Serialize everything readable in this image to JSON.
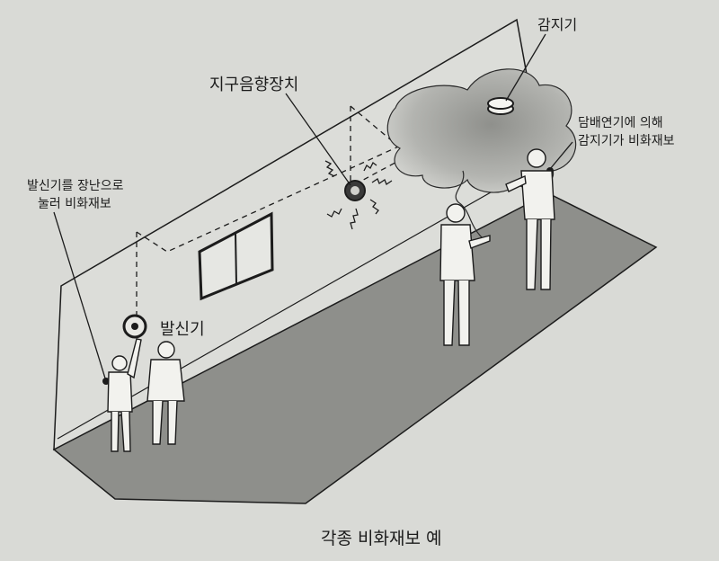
{
  "diagram": {
    "labels": {
      "detector": "감지기",
      "bell": "지구음향장치",
      "prank_line1": "발신기를 장난으로",
      "prank_line2": "눌러 비화재보",
      "smoke_line1": "담배연기에 의해",
      "smoke_line2": "감지기가 비화재보",
      "transmitter": "발신기"
    },
    "caption": "각종 비화재보 예"
  },
  "colors": {
    "paper": "#d9dad6",
    "ink": "#1c1c1c",
    "floor": "#8e8f8b",
    "smoke": "#a9aaa6"
  }
}
